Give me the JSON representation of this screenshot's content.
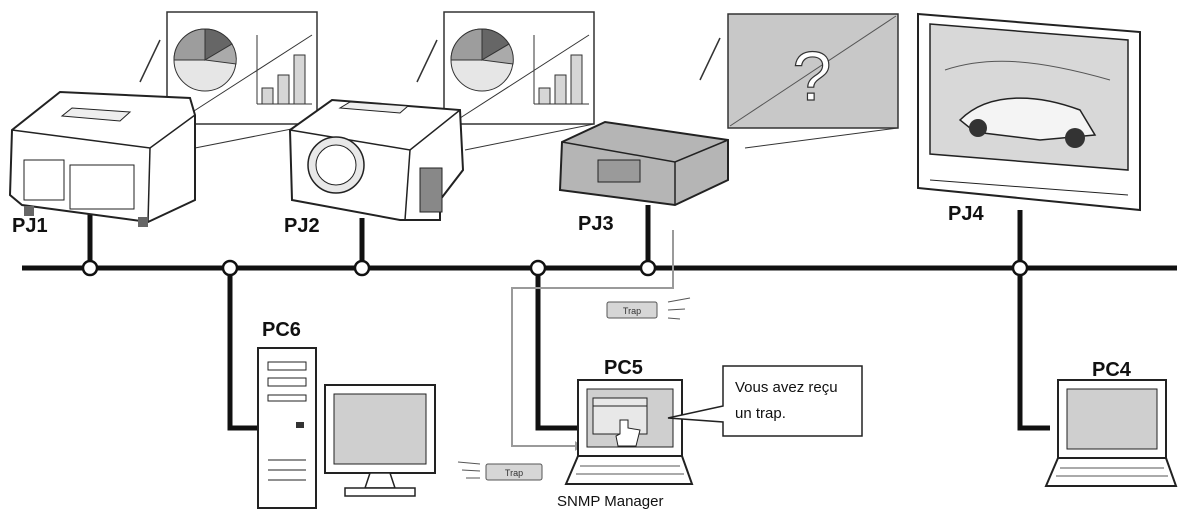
{
  "labels": {
    "pj1": "PJ1",
    "pj2": "PJ2",
    "pj3": "PJ3",
    "pj4": "PJ4",
    "pc4": "PC4",
    "pc5": "PC5",
    "pc6": "PC6",
    "manager": "SNMP Manager"
  },
  "trap": {
    "badge_top": "Trap",
    "badge_bottom": "Trap",
    "message_line1": "Vous avez reçu",
    "message_line2": "un trap."
  },
  "screen_pj3": {
    "symbol": "?"
  },
  "colors": {
    "network_line": "#111111",
    "trap_path": "#9a9a9a",
    "screen_gray": "#cfcfcf",
    "device_gray": "#d9d9d9"
  }
}
